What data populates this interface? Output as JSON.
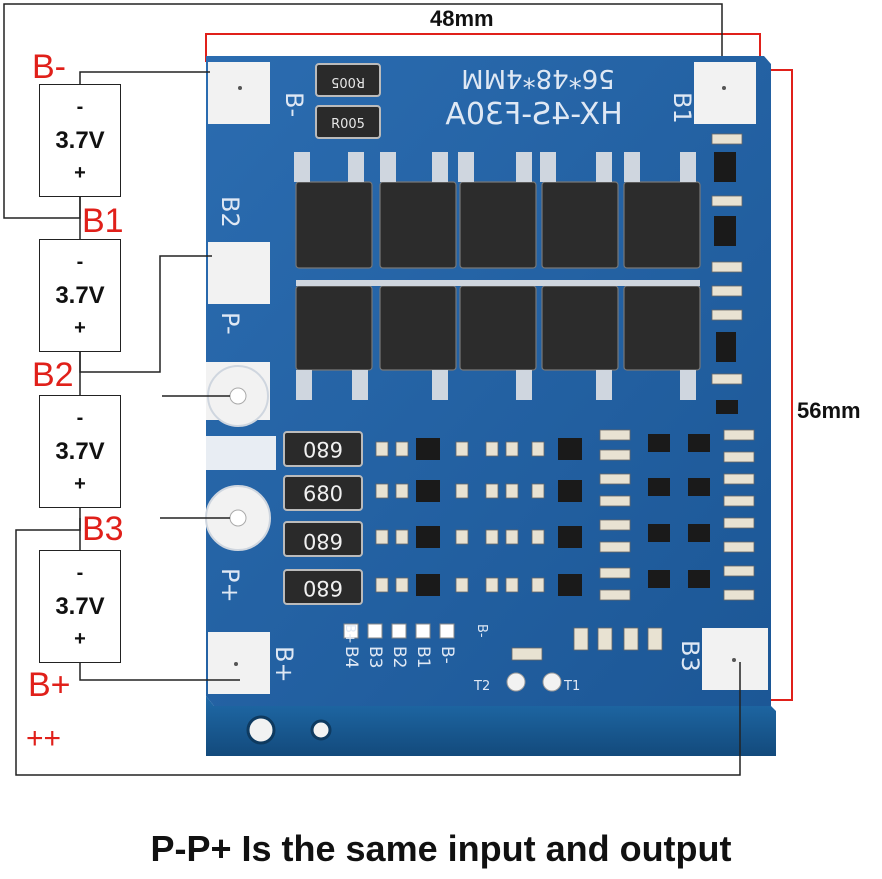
{
  "dimensions": {
    "width_label": "48mm",
    "height_label": "56mm"
  },
  "caption": "P-P+ Is the same input and output",
  "colors": {
    "pcb": "#1f5fa0",
    "accent_red": "#e0201a",
    "line": "#222222"
  },
  "battery_cells": [
    {
      "minus": "-",
      "voltage": "3.7V",
      "plus": "+"
    },
    {
      "minus": "-",
      "voltage": "3.7V",
      "plus": "+"
    },
    {
      "minus": "-",
      "voltage": "3.7V",
      "plus": "+"
    },
    {
      "minus": "-",
      "voltage": "3.7V",
      "plus": "+"
    }
  ],
  "terminal_labels": {
    "b_minus": "B-",
    "b1": "B1",
    "b2": "B2",
    "b3": "B3",
    "b_plus": "B+",
    "plus_plus": "++"
  },
  "board": {
    "model_text": "HX-4S-F30A",
    "size_text": "56*48*4MM",
    "shunt_top": "R005",
    "shunt_bottom": "R005",
    "resistors": [
      "680",
      "680",
      "680",
      "680"
    ],
    "pads": {
      "b_minus": "B-",
      "b1": "B1",
      "b2": "B2",
      "p_minus": "P-",
      "p_plus": "P+",
      "b_plus": "B+",
      "b3": "B3"
    },
    "header_labels": [
      "B+",
      "B3",
      "B2",
      "B1",
      "B-"
    ],
    "header_label_b4": "B4",
    "t1": "T1",
    "t2": "T2"
  }
}
